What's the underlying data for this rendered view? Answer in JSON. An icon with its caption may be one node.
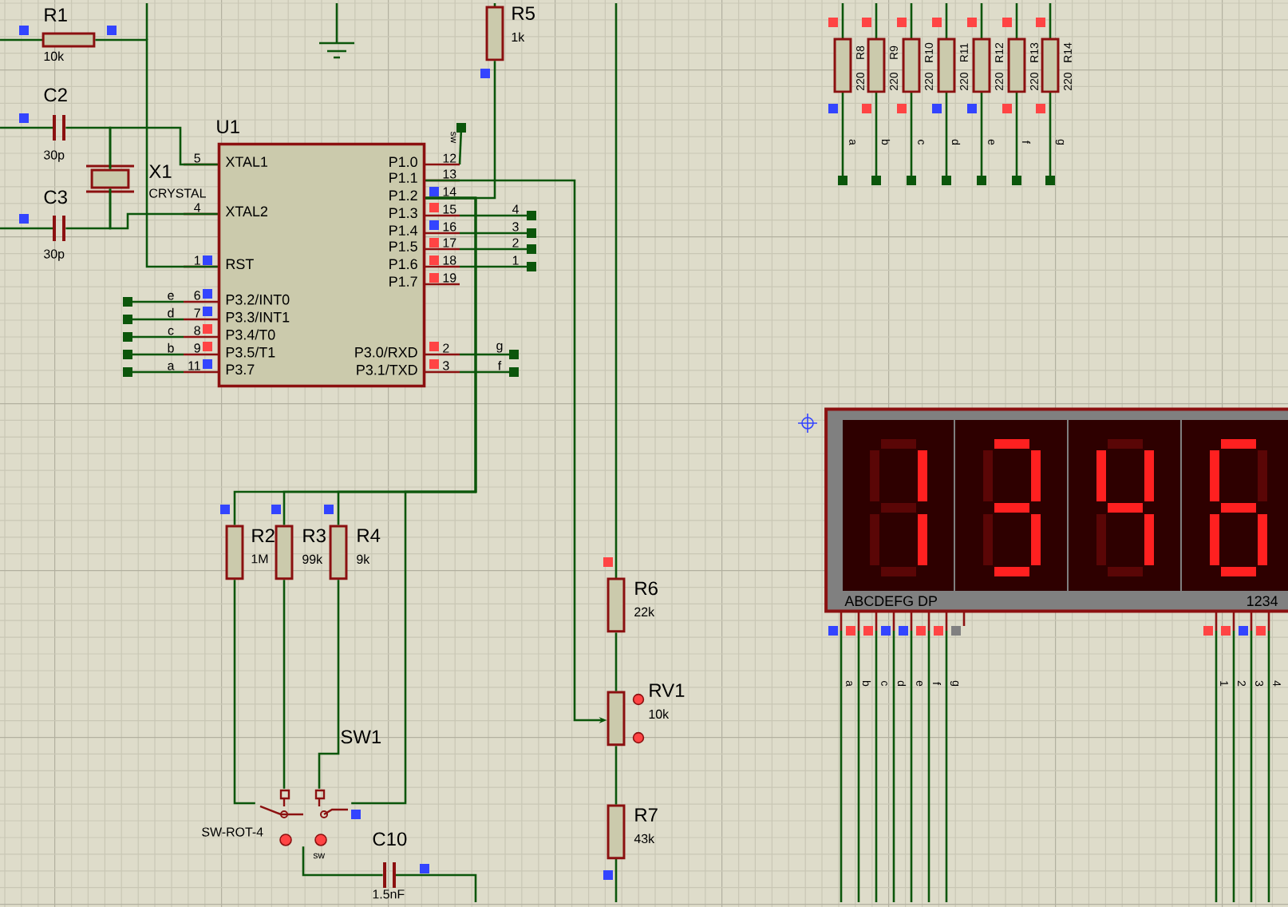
{
  "diagram": {
    "nodes": [
      {
        "text": [
          "R1",
          "10k"
        ]
      },
      {
        "text": [
          "C2",
          "30p"
        ]
      },
      {
        "text": [
          "C3",
          "30p"
        ]
      },
      {
        "text": [
          "X1",
          "CRYSTAL"
        ]
      },
      {
        "text": [
          "U1",
          "XTAL1",
          "XTAL2",
          "RST",
          "P3.2/INT0",
          "P3.3/INT1",
          "P3.4/T0",
          "P3.5/T1",
          "P3.7",
          "P1.0",
          "P1.1",
          "P1.2",
          "P1.3",
          "P1.4",
          "P1.5",
          "P1.6",
          "P1.7",
          "P3.0/RXD",
          "P3.1/TXD"
        ]
      },
      {
        "text": [
          "R5",
          "1k"
        ]
      },
      {
        "text": [
          "R2",
          "1M"
        ]
      },
      {
        "text": [
          "R3",
          "99k"
        ]
      },
      {
        "text": [
          "R4",
          "9k"
        ]
      },
      {
        "text": [
          "SW1",
          "SW-ROT-4"
        ],
        "beside": [
          "sw"
        ]
      },
      {
        "text": [
          "C10",
          "1.5nF"
        ]
      },
      {
        "text": [
          "R6",
          "22k"
        ]
      },
      {
        "text": [
          "RV1",
          "10k"
        ]
      },
      {
        "text": [
          "R7",
          "43k"
        ]
      },
      {
        "text": [
          "R8",
          "220"
        ]
      },
      {
        "text": [
          "R9",
          "220"
        ]
      },
      {
        "text": [
          "R10",
          "220"
        ]
      },
      {
        "text": [
          "R11",
          "220"
        ]
      },
      {
        "text": [
          "R12",
          "220"
        ]
      },
      {
        "text": [
          "R13",
          "220"
        ]
      },
      {
        "text": [
          "R14",
          "220"
        ]
      },
      {
        "text": [
          "ABCDEFG DP",
          "1234"
        ]
      }
    ],
    "edges": [
      {
        "from": 0,
        "to": 4,
        "arrow": "none"
      },
      {
        "from": 1,
        "to": 3,
        "arrow": "none"
      },
      {
        "from": 2,
        "to": 3,
        "arrow": "none"
      },
      {
        "from": 3,
        "to": 4,
        "arrow": "none"
      },
      {
        "from": 3,
        "to": 4,
        "arrow": "none"
      },
      {
        "from": 4,
        "to": 5,
        "arrow": "none"
      },
      {
        "from": 4,
        "to": 6,
        "arrow": "none"
      },
      {
        "from": 4,
        "to": 7,
        "arrow": "none"
      },
      {
        "from": 4,
        "to": 8,
        "arrow": "none"
      },
      {
        "from": 4,
        "to": 9,
        "arrow": "none"
      },
      {
        "from": 6,
        "to": 9,
        "arrow": "none"
      },
      {
        "from": 7,
        "to": 9,
        "arrow": "none"
      },
      {
        "from": 8,
        "to": 9,
        "arrow": "none"
      },
      {
        "from": 9,
        "to": 10,
        "arrow": "none"
      },
      {
        "from": 4,
        "to": 12,
        "arrow": "to"
      },
      {
        "from": 11,
        "to": 12,
        "arrow": "none"
      },
      {
        "from": 12,
        "to": 13,
        "arrow": "none"
      }
    ],
    "labels": [
      "sw",
      "5",
      "4",
      "1",
      "6",
      "7",
      "8",
      "9",
      "11",
      "12",
      "13",
      "14",
      "15",
      "16",
      "17",
      "18",
      "19",
      "2",
      "3",
      "e",
      "d",
      "c",
      "b",
      "a",
      "4",
      "3",
      "2",
      "1",
      "g",
      "f",
      "a",
      "b",
      "c",
      "d",
      "e",
      "f",
      "g",
      "a",
      "b",
      "c",
      "d",
      "e",
      "f",
      "g",
      "1",
      "2",
      "3",
      "4"
    ]
  }
}
